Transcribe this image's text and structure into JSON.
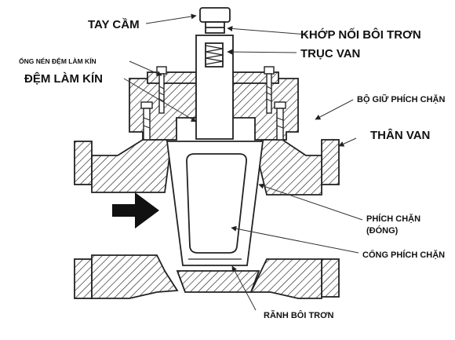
{
  "labels": {
    "handle": "TAY CẦM",
    "lube_fitting": "KHỚP NỐI BÔI TRƠN",
    "stem": "TRỤC VAN",
    "packing_gland": "ỐNG NÉN ĐỆM LÀM KÍN",
    "packing": "ĐỆM LÀM KÍN",
    "plug_retainer": "BỘ GIỮ PHÍCH CHẶN",
    "body": "THÂN VAN",
    "plug_line1": "PHÍCH CHẶN",
    "plug_line2": "(ĐÓNG)",
    "plug_port": "CỔNG PHÍCH CHẶN",
    "lube_groove": "RÃNH BÔI TRƠN"
  },
  "flow_arrow": "arrow-right-icon"
}
